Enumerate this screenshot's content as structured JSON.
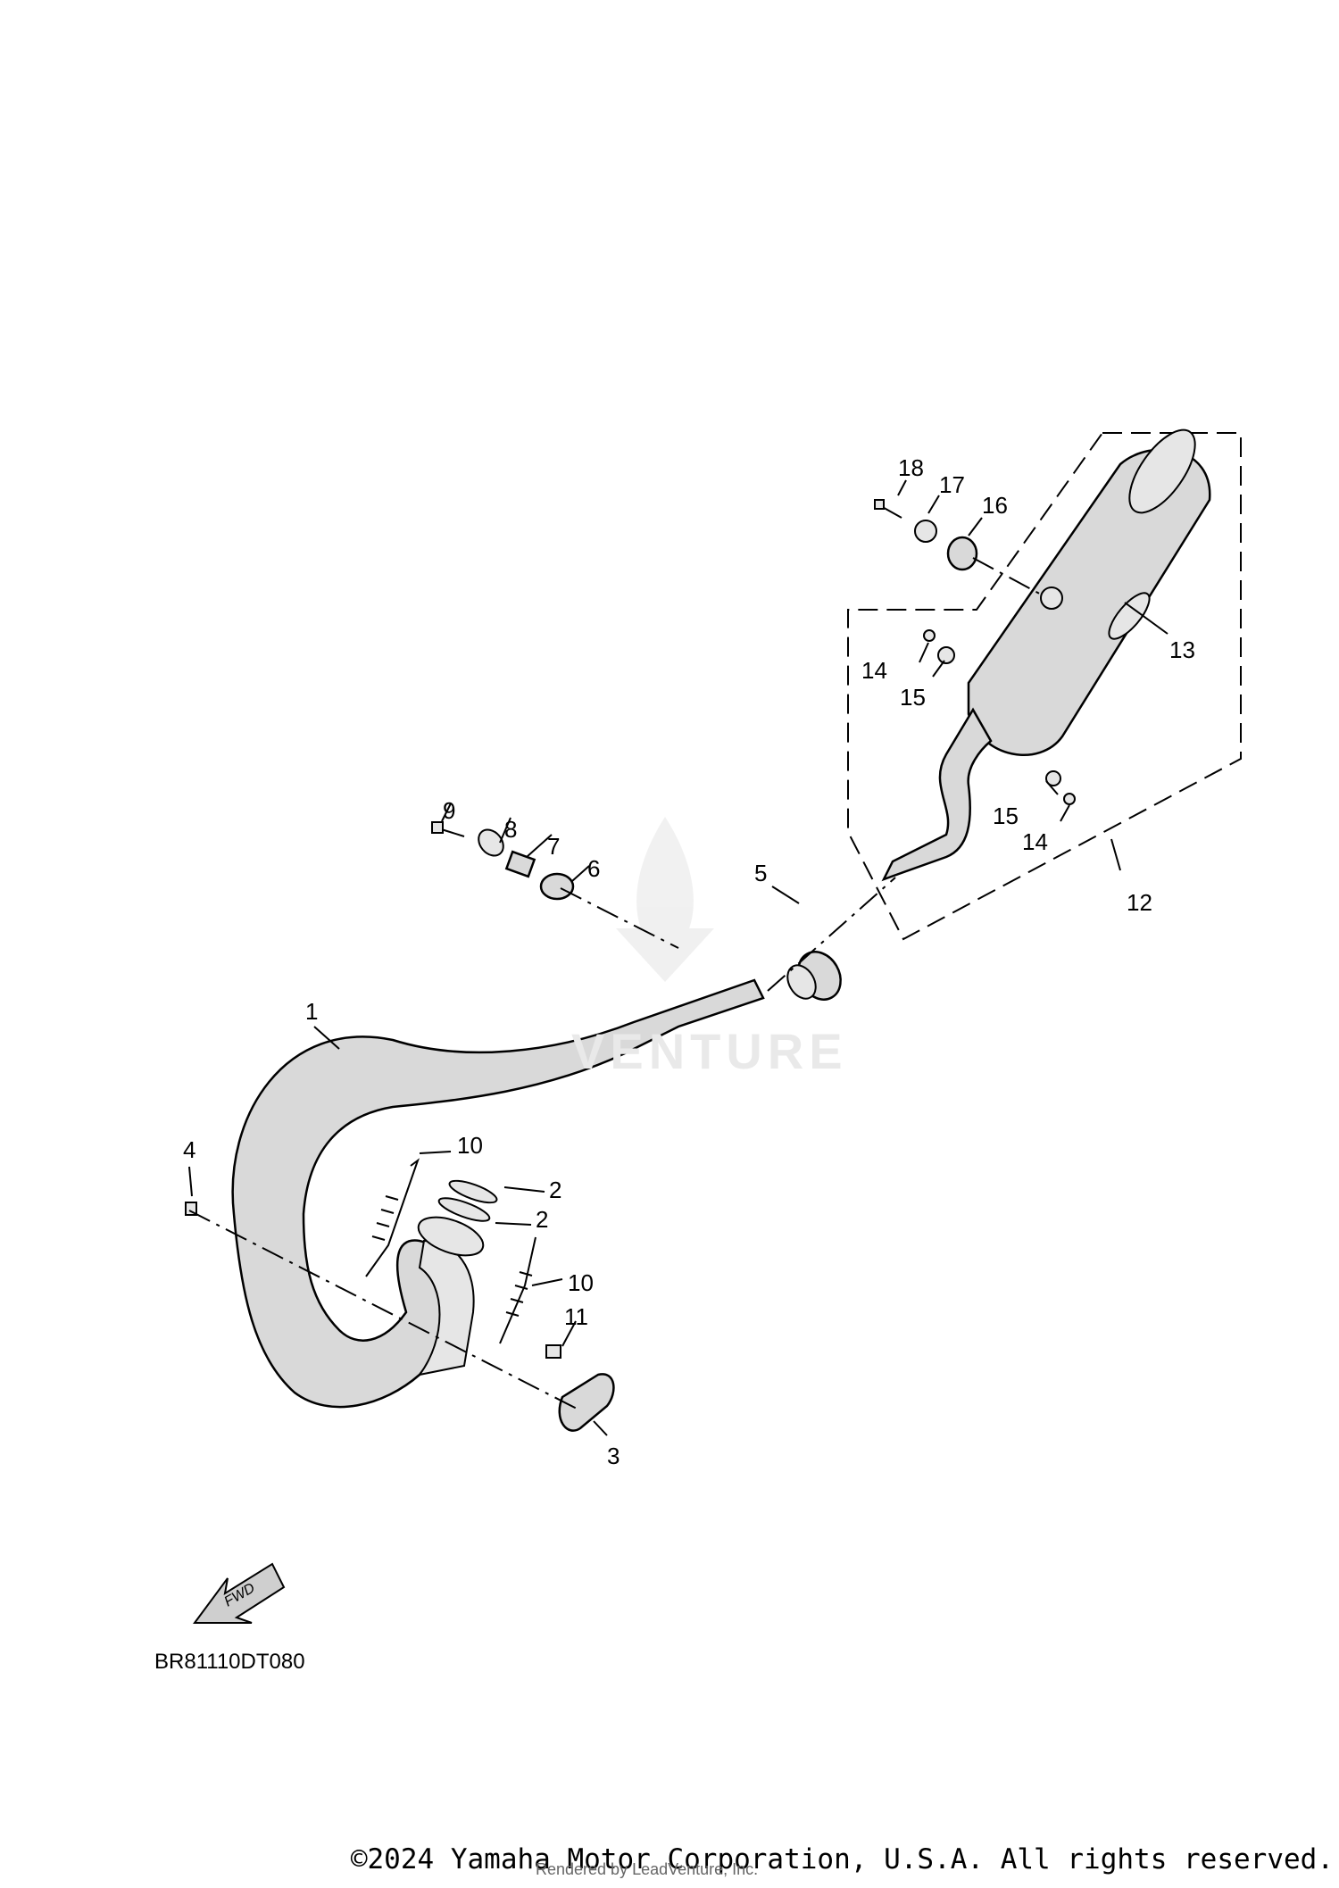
{
  "diagram": {
    "callouts": [
      {
        "id": "c1",
        "label": "1"
      },
      {
        "id": "c2a",
        "label": "2"
      },
      {
        "id": "c2b",
        "label": "2"
      },
      {
        "id": "c3",
        "label": "3"
      },
      {
        "id": "c4",
        "label": "4"
      },
      {
        "id": "c5",
        "label": "5"
      },
      {
        "id": "c6",
        "label": "6"
      },
      {
        "id": "c7",
        "label": "7"
      },
      {
        "id": "c8",
        "label": "8"
      },
      {
        "id": "c9",
        "label": "9"
      },
      {
        "id": "c10a",
        "label": "10"
      },
      {
        "id": "c10b",
        "label": "10"
      },
      {
        "id": "c11",
        "label": "11"
      },
      {
        "id": "c12",
        "label": "12"
      },
      {
        "id": "c13",
        "label": "13"
      },
      {
        "id": "c14a",
        "label": "14"
      },
      {
        "id": "c14b",
        "label": "14"
      },
      {
        "id": "c15a",
        "label": "15"
      },
      {
        "id": "c15b",
        "label": "15"
      },
      {
        "id": "c16",
        "label": "16"
      },
      {
        "id": "c17",
        "label": "17"
      },
      {
        "id": "c18",
        "label": "18"
      }
    ],
    "arrow_label": "FWD",
    "drawing_code": "BR81110DT080",
    "watermark": "VENTURE"
  },
  "footer": {
    "copyright": "©2024 Yamaha Motor Corporation, U.S.A. All rights reserved.",
    "rendered_by": "Rendered by LeadVenture, Inc."
  },
  "icons": [
    "exhaust-pipe-icon",
    "silencer-icon",
    "spring-icon",
    "bolt-icon",
    "gasket-icon",
    "fwd-arrow-icon",
    "flame-logo-icon"
  ]
}
